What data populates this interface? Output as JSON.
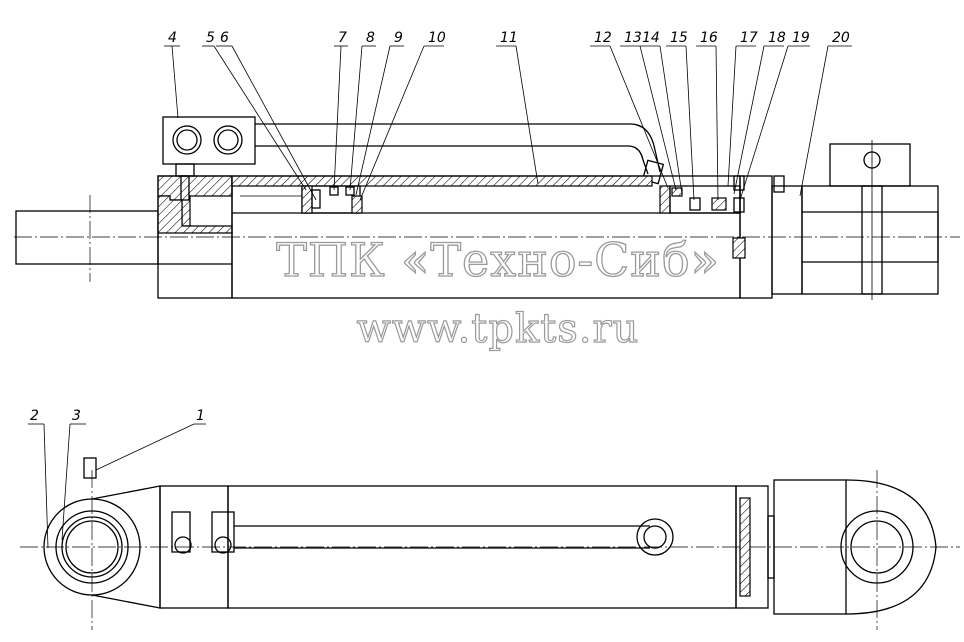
{
  "diagram": {
    "callouts": [
      "4",
      "5",
      "6",
      "7",
      "8",
      "9",
      "10",
      "11",
      "12",
      "13",
      "14",
      "15",
      "16",
      "17",
      "18",
      "19",
      "20",
      "2",
      "3",
      "1"
    ]
  },
  "watermark": {
    "company": "ТПК «Техно-Сиб»",
    "website": "www.tpkts.ru"
  }
}
